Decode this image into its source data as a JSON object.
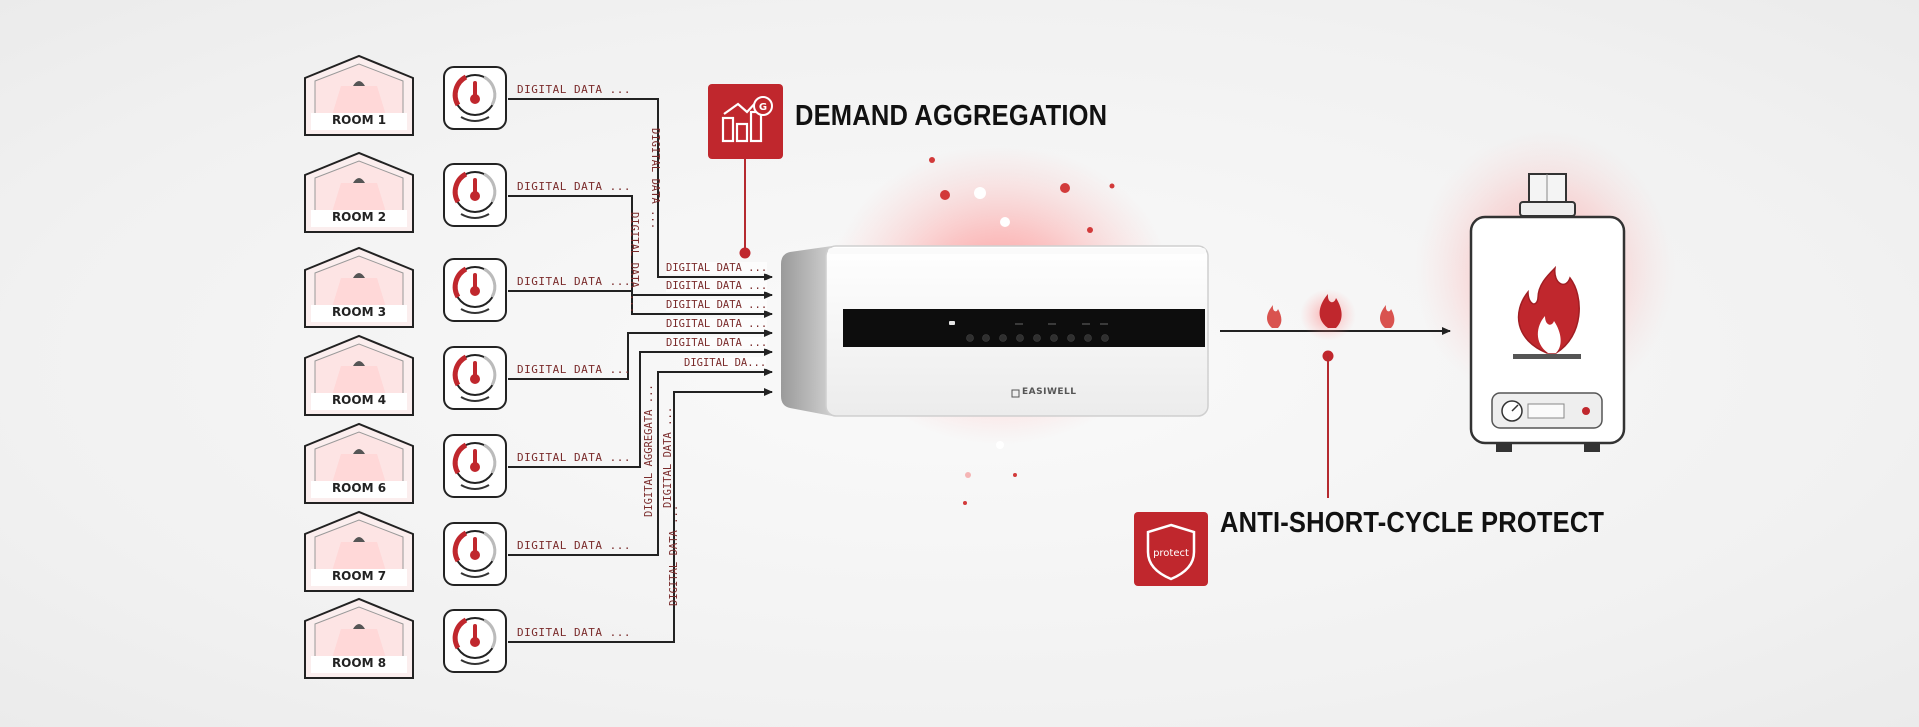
{
  "rooms": [
    {
      "label": "ROOM 1",
      "data": "DIGITAL DATA ..."
    },
    {
      "label": "ROOM 2",
      "data": "DIGITAL DATA ..."
    },
    {
      "label": "ROOM 3",
      "data": "DIGITAL DATA ..."
    },
    {
      "label": "ROOM 4",
      "data": "DIGITAL DATA ..."
    },
    {
      "label": "ROOM 6",
      "data": "DIGITAL DATA ..."
    },
    {
      "label": "ROOM 7",
      "data": "DIGITAL DATA ..."
    },
    {
      "label": "ROOM 8",
      "data": "DIGITAL DATA ..."
    }
  ],
  "merge_labels": [
    "DIGITAL DATA ...",
    "DIGITAL DATA ...",
    "DIGITAL DATA ...",
    "DIGITAL DATA ...",
    "DIGITAL DATA ...",
    "DIGITAL DA..."
  ],
  "vertical_labels": [
    "DIGITAL DATA ...",
    "DIGITAL DATA ...",
    "DIGITAL AGGREGATA ...",
    "DIGITAL DATA ...",
    "DIGITAL DATA ..."
  ],
  "features": {
    "demand": {
      "title": "DEMAND AGGREGATION",
      "icon": "bar-chart-icon"
    },
    "protect": {
      "title": "ANTI-SHORT-CYCLE PROTECT",
      "icon": "shield-icon",
      "badge_text": "protect"
    }
  },
  "controller": {
    "brand": "EASIWELL"
  },
  "colors": {
    "accent": "#c0272d",
    "line": "#222222",
    "text_red": "#7a2b2b"
  }
}
